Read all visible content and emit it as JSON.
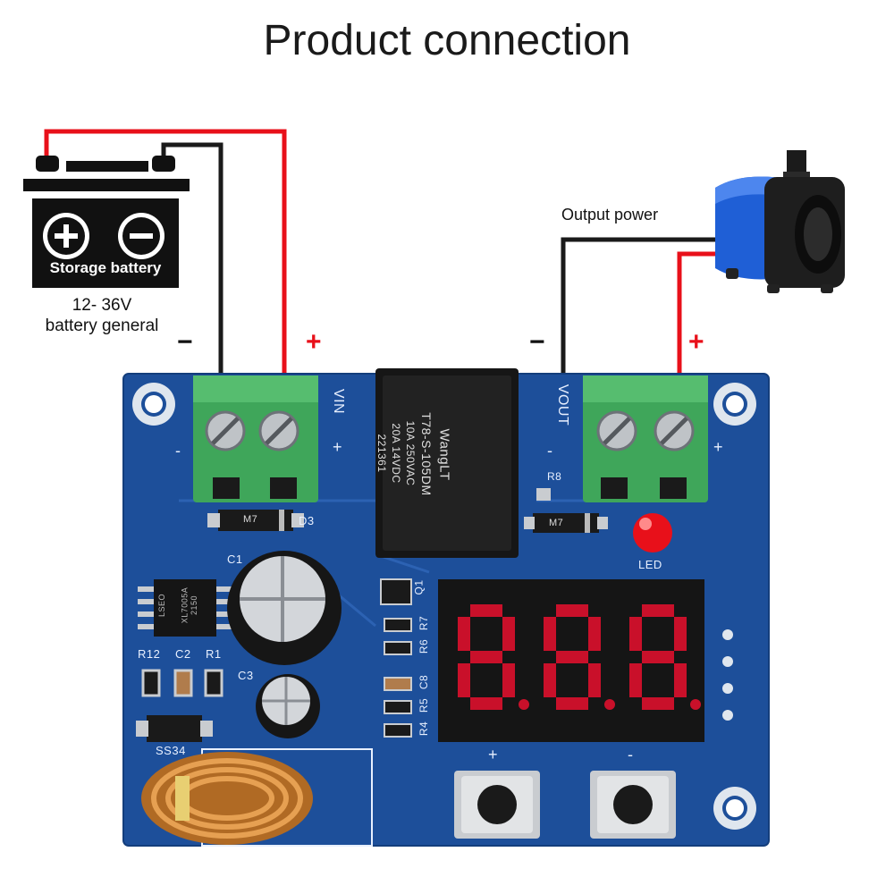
{
  "title": "Product connection",
  "battery": {
    "label": "Storage battery",
    "voltage_line1": "12- 36V",
    "voltage_line2": "battery general",
    "plus_symbol": "+",
    "minus_symbol": "−"
  },
  "output": {
    "label": "Output power"
  },
  "input_signs": {
    "negative": "−",
    "positive": "+"
  },
  "output_signs": {
    "negative": "−",
    "positive": "+"
  },
  "board": {
    "vin_label": "VIN",
    "vout_label": "VOUT",
    "vin_plus": "+",
    "vin_minus": "-",
    "vout_plus": "+",
    "vout_minus": "-",
    "d3_label": "D3",
    "m7_label": "M7",
    "r8_label": "R8",
    "led_label": "LED",
    "c1_label": "C1",
    "c2_label": "C2",
    "c3_label": "C3",
    "r1_label": "R1",
    "r12_label": "R12",
    "ss34_label": "SS34",
    "q1_label": "Q1",
    "r7_label": "R7",
    "r6_label": "R6",
    "c8_label": "C8",
    "r5_label": "R5",
    "r4_label": "R4",
    "btn_plus_label": "+",
    "btn_minus_label": "-",
    "relay_brand": "WangLT",
    "relay_model": "T78-S-105DM",
    "relay_line1": "10A 250VAC",
    "relay_line2": "20A 14VDC",
    "relay_code": "221361",
    "ic_text_1": "LSEO",
    "ic_text_2": "XL7005A",
    "ic_text_3": "2150",
    "display_value": "8.8.8."
  },
  "colors": {
    "pcb": "#1d4f9a",
    "terminal": "#3fa65a",
    "wire_red": "#e8101a",
    "wire_black": "#1a1a1a",
    "display_segment": "#c9102a",
    "pump_blue": "#1f5fd6"
  }
}
